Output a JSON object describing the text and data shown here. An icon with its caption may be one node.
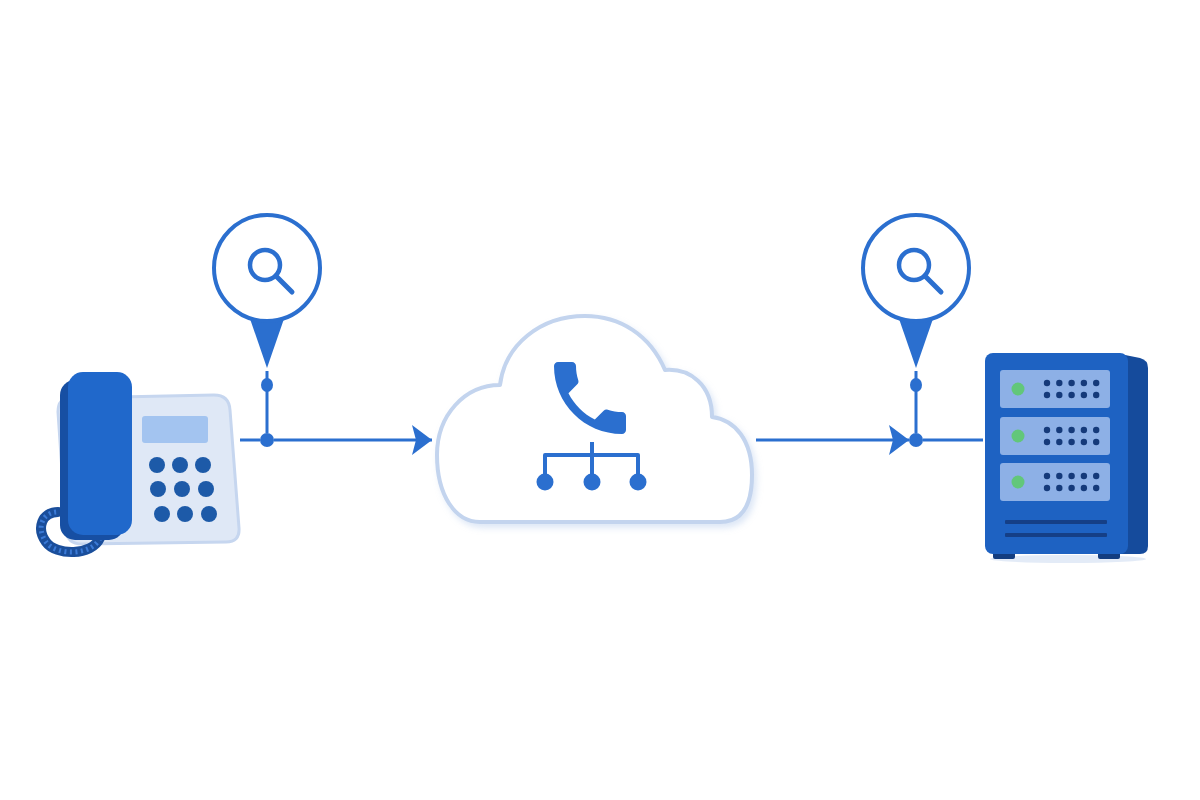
{
  "diagram": {
    "nodes": [
      {
        "text": [],
        "shape": "picture"
      },
      {
        "text": [],
        "shape": "pin"
      },
      {
        "text": [],
        "shape": "circle"
      },
      {
        "text": [],
        "shape": "cloud"
      },
      {
        "text": [],
        "shape": "pin"
      },
      {
        "text": [],
        "shape": "circle"
      },
      {
        "text": [],
        "shape": "picture"
      }
    ],
    "edges": [
      {
        "from": 0,
        "to": 2,
        "arrow": "none"
      },
      {
        "from": 2,
        "to": 3,
        "arrow": "to"
      },
      {
        "from": 1,
        "to": 2,
        "arrow": "other"
      },
      {
        "from": 3,
        "to": 5,
        "arrow": "to"
      },
      {
        "from": 5,
        "to": 6,
        "arrow": "none"
      },
      {
        "from": 4,
        "to": 5,
        "arrow": "other"
      }
    ]
  }
}
